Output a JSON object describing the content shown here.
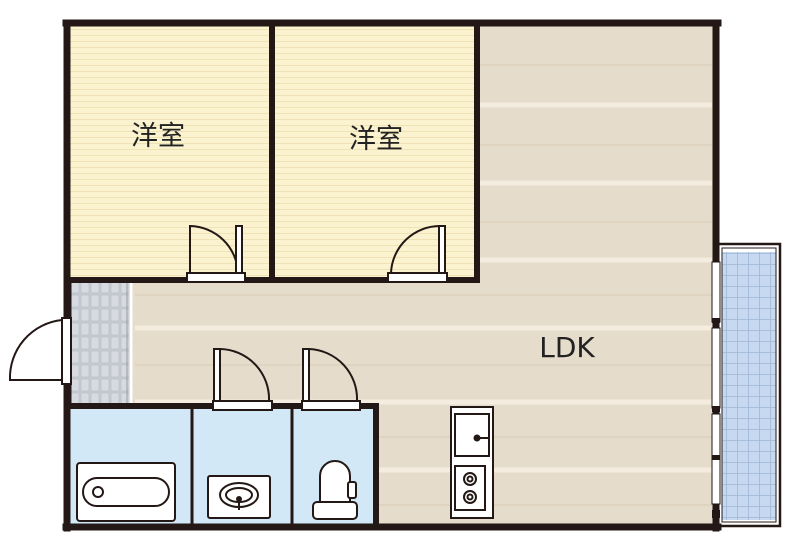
{
  "plan": {
    "rooms": [
      {
        "id": "bedroom-left",
        "label": "洋室",
        "type": "western-room"
      },
      {
        "id": "bedroom-right",
        "label": "洋室",
        "type": "western-room"
      },
      {
        "id": "ldk",
        "label": "LDK",
        "type": "living-dining-kitchen"
      },
      {
        "id": "entrance",
        "label": "",
        "type": "entrance"
      },
      {
        "id": "bathroom",
        "label": "",
        "type": "bath"
      },
      {
        "id": "washroom",
        "label": "",
        "type": "wash-basin"
      },
      {
        "id": "toilet",
        "label": "",
        "type": "toilet"
      },
      {
        "id": "balcony",
        "label": "",
        "type": "balcony"
      }
    ],
    "fixtures": [
      "bathtub-icon",
      "washbasin-icon",
      "toilet-icon",
      "kitchen-sink-icon",
      "stove-icon"
    ],
    "colors": {
      "wall": "#231815",
      "bedroom_floor": "#fbf3cf",
      "ldk_floor": "#e6dccb",
      "wet_area": "#d2e8f6",
      "entrance_tile": "#c9ced6",
      "balcony_floor": "#c6d9f0"
    }
  }
}
